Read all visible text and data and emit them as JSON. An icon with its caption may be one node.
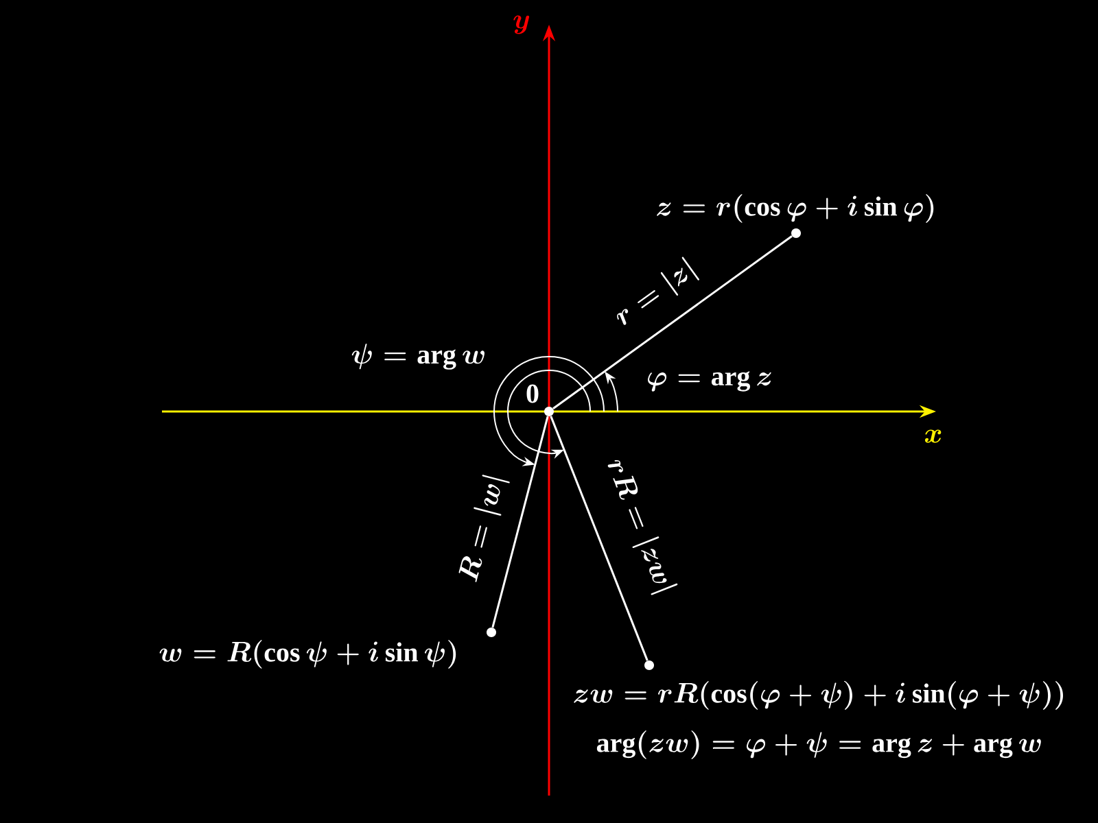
{
  "diagram": {
    "nodes": [
      {
        "text": [],
        "shape": "circle",
        "beside": [
          "0"
        ]
      },
      {
        "text": [],
        "shape": "circle",
        "beside": [
          "z=r(\\cos\\varphi+i\\sin\\varphi)"
        ]
      },
      {
        "text": [],
        "shape": "circle",
        "beside": [
          "w=R(\\cos\\psi+i\\sin\\psi)"
        ]
      },
      {
        "text": [],
        "shape": "circle",
        "beside": [
          "zw=rR(\\cos(\\varphi+\\psi)+i\\sin(\\varphi+\\psi))",
          "\\arg(zw)=\\varphi+\\psi=\\arg z+\\arg w"
        ]
      }
    ],
    "edges": [
      {
        "from": 0,
        "to": 1,
        "arrow": "none",
        "label": "r=|z|"
      },
      {
        "from": 0,
        "to": 2,
        "arrow": "none",
        "label": "R=|w|"
      },
      {
        "from": 0,
        "to": 3,
        "arrow": "none",
        "label": "rR=|zw|"
      }
    ],
    "labels": [
      "y",
      "\\psi=\\arg w",
      "\\varphi=\\arg z",
      "x"
    ]
  }
}
